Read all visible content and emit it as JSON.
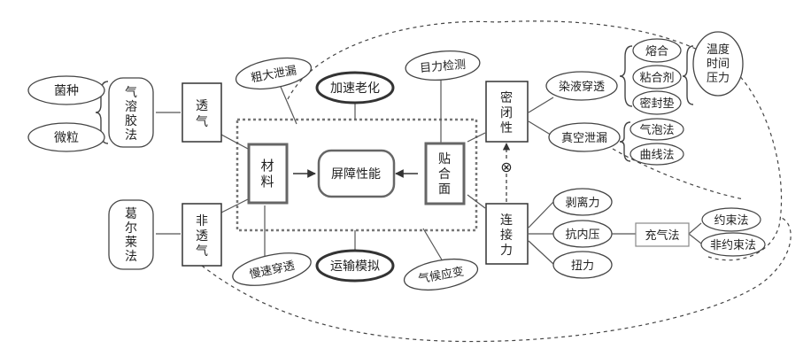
{
  "center": {
    "label": "屏障性能"
  },
  "materials": {
    "label": [
      "材",
      "料"
    ]
  },
  "sealing_surface": {
    "label": [
      "贴",
      "合",
      "面"
    ]
  },
  "tests": {
    "accelerated_aging": "加速老化",
    "transport_simulation": "运输模拟",
    "visual_inspection": "目力检测",
    "climate_stress": "气候应变",
    "gross_leak": "粗大泄漏",
    "slow_penetration": "慢速穿透"
  },
  "permeable": {
    "label": [
      "透",
      "气"
    ],
    "method": [
      "气",
      "溶",
      "胶",
      "法"
    ],
    "agents": [
      "菌种",
      "微粒"
    ]
  },
  "impermeable": {
    "label": [
      "非",
      "透",
      "气"
    ],
    "method": [
      "葛",
      "尔",
      "莱",
      "法"
    ]
  },
  "seal_integrity": {
    "label": [
      "密",
      "闭",
      "性"
    ],
    "dye_penetration": "染液穿透",
    "vacuum_leak": "真空泄漏",
    "dye_factors": [
      "熔合",
      "粘合剂",
      "密封垫"
    ],
    "vacuum_methods": [
      "气泡法",
      "曲线法"
    ],
    "parameters": [
      "温度",
      "时间",
      "压力"
    ]
  },
  "seal_strength": {
    "label": [
      "连",
      "接",
      "力"
    ],
    "peel": "剥离力",
    "burst": "抗内压",
    "torque": "扭力",
    "inflation": "充气法",
    "restrained": "约束法",
    "unrestrained": "非约束法"
  },
  "connector_symbol": "⊗",
  "colors": {
    "line": "#333333",
    "box_fill": "#ffffff",
    "dashed_frame": "#777777"
  }
}
